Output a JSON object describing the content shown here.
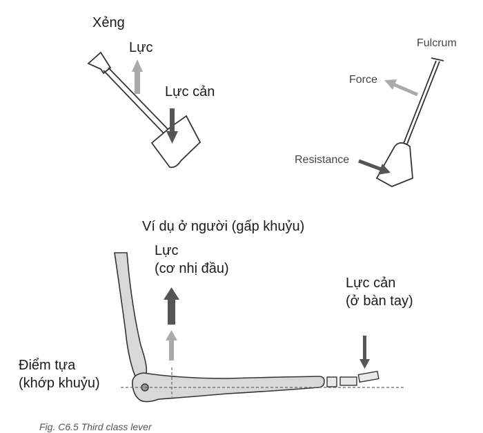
{
  "shovel_left": {
    "title": "Xẻng",
    "force": "Lực",
    "resistance": "Lực cản"
  },
  "shovel_right": {
    "fulcrum": "Fulcrum",
    "force": "Force",
    "resistance": "Resistance"
  },
  "human": {
    "title": "Ví dụ ở người (gấp khuỷu)",
    "force_line1": "Lực",
    "force_line2": "(cơ nhị đầu)",
    "resistance_line1": "Lực cản",
    "resistance_line2": "(ở bàn tay)",
    "fulcrum_line1": "Điểm tựa",
    "fulcrum_line2": "(khớp khuỷu)"
  },
  "caption": "Fig. C6.5    Third class lever",
  "colors": {
    "dark_arrow": "#555555",
    "light_arrow": "#aaaaaa",
    "outline": "#333333",
    "bone_fill": "#d8d8d8"
  }
}
